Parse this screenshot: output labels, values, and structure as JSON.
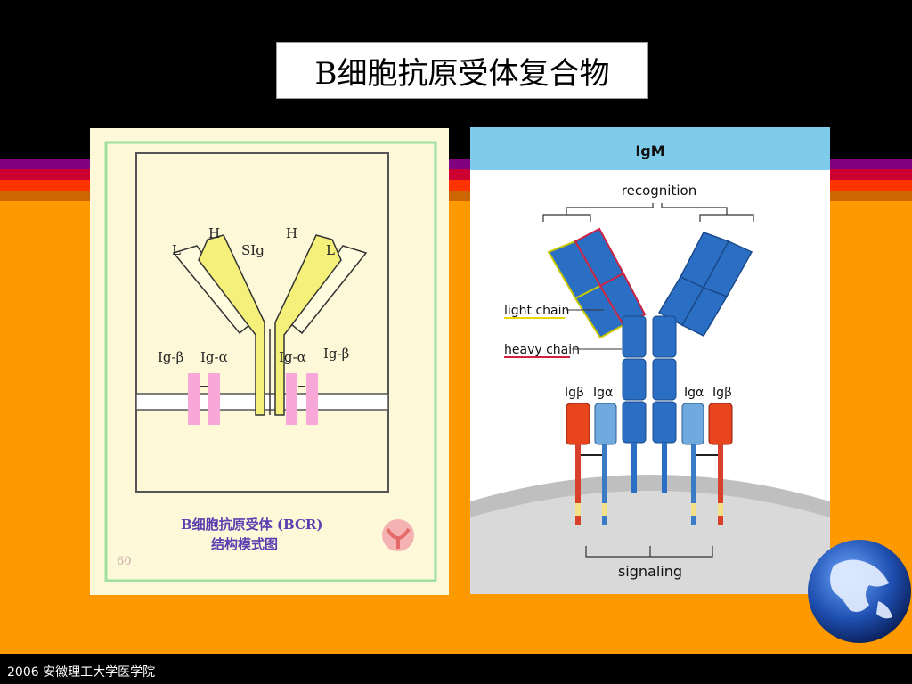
{
  "slide": {
    "title": "B细胞抗原受体复合物",
    "footer": "2006 安徽理工大学医学院"
  },
  "left_figure": {
    "labels": {
      "L_left": "L",
      "H_left": "H",
      "sig": "SIg",
      "H_right": "H",
      "L_right": "L",
      "ig_beta_left": "Ig-β",
      "ig_alpha_left": "Ig-α",
      "ig_alpha_right": "Ig-α",
      "ig_beta_right": "Ig-β"
    },
    "caption_line1": "B细胞抗原受体 (BCR)",
    "caption_line2": "结构模式图",
    "page_number": "60"
  },
  "right_figure": {
    "header": "IgM",
    "recognition": "recognition",
    "light_chain": "light chain",
    "heavy_chain": "heavy chain",
    "ig_beta_left": "Igβ",
    "ig_alpha_left": "Igα",
    "ig_alpha_right": "Igα",
    "ig_beta_right": "Igβ",
    "signaling": "signaling"
  },
  "colors": {
    "background": "#ff9900",
    "band": "#000000",
    "stripe_purple": "#800080",
    "stripe_red": "#cc0033",
    "stripe_orange": "#ff3300",
    "stripe_brown": "#cc6600",
    "sig_yellow": "#f5f07a",
    "ig_pink": "#f7a8d8",
    "igm_blue": "#2b6fc4",
    "ig_red": "#e8451e",
    "ig_lightblue": "#6fa9dd"
  }
}
